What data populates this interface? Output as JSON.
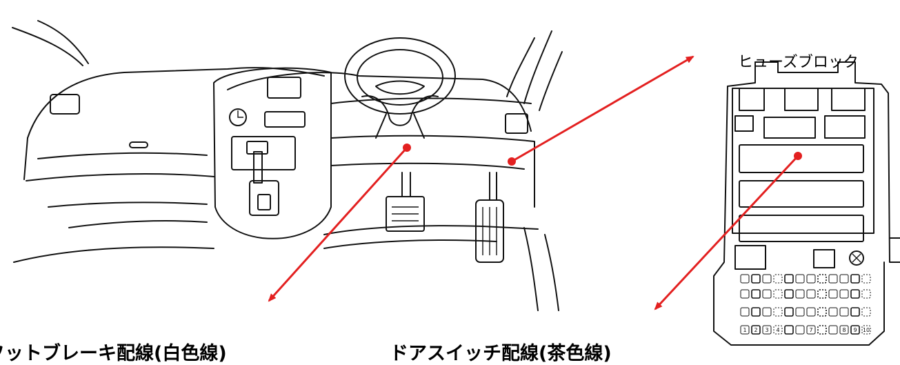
{
  "labels": {
    "fuse_block": "ヒューズブロック",
    "left_caption": "フットブレーキ配線(白色線)",
    "right_caption": "ドアスイッチ配線(茶色線)"
  },
  "fuse_numbers": [
    "1",
    "2",
    "3",
    "4",
    "7",
    "8",
    "9",
    "10"
  ],
  "colors": {
    "arrow": "#e32020",
    "line": "#111111"
  }
}
